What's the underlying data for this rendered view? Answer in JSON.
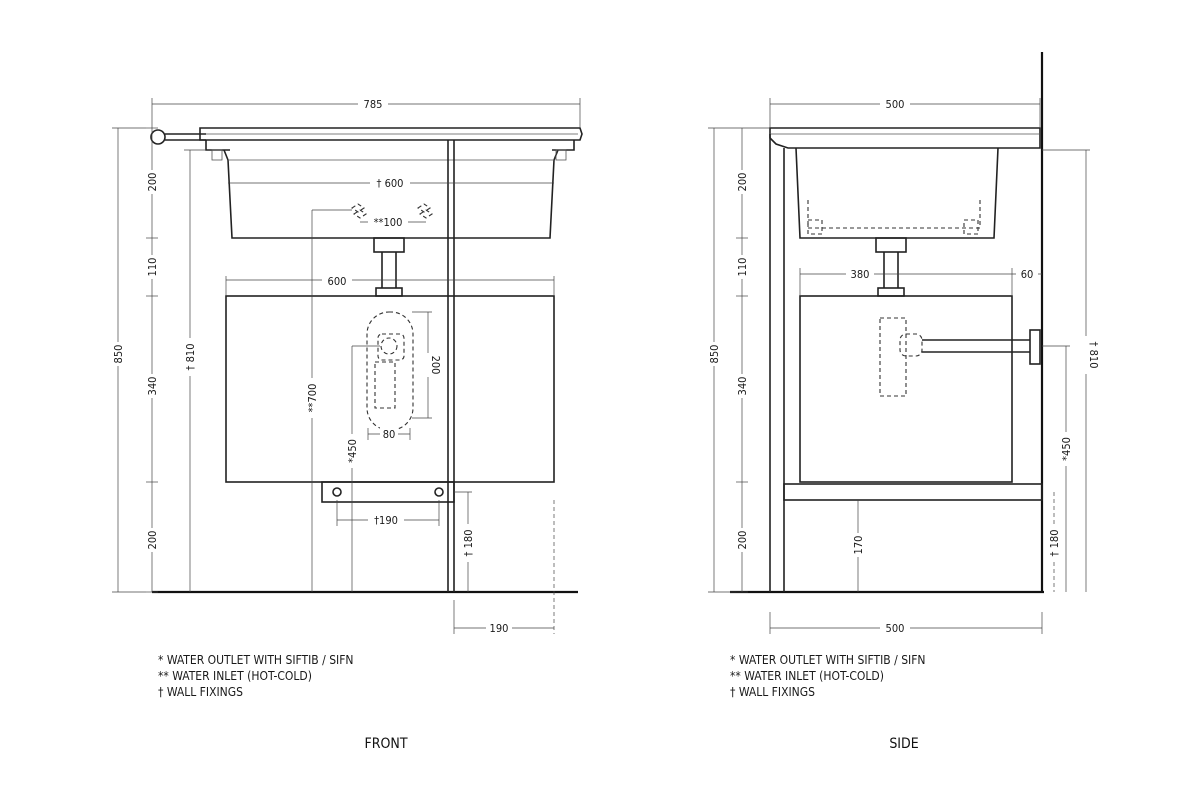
{
  "views": {
    "front": {
      "title": "FRONT",
      "dims": {
        "overall_width": "785",
        "basin_fixings": "† 600",
        "water_inlet": "**100",
        "cabinet_width": "600",
        "outlet_height": "200",
        "outlet_width": "80",
        "fixing_height_810": "† 810",
        "inlet_height_700": "**700",
        "outlet_height_450": "*450",
        "bracket_fixings": "†190",
        "fixing_height_180": "† 180",
        "wall_offset_190": "190",
        "h_200_top": "200",
        "h_110": "110",
        "h_340": "340",
        "h_200_bottom": "200",
        "h_total_850": "850"
      },
      "legend": [
        "*  WATER OUTLET WITH SIFTIB / SIFN",
        "** WATER INLET (HOT-COLD)",
        "  † WALL FIXINGS"
      ]
    },
    "side": {
      "title": "SIDE",
      "dims": {
        "depth_top": "500",
        "outlet_from_front": "380",
        "outlet_from_wall": "60",
        "depth_bottom": "500",
        "fixing_height_810": "† 810",
        "outlet_height_450": "*450",
        "fixing_height_180": "† 180",
        "plinth_170": "170",
        "h_200_top": "200",
        "h_110": "110",
        "h_340": "340",
        "h_200_bottom": "200",
        "h_total_850": "850"
      },
      "legend": [
        "*  WATER OUTLET WITH SIFTIB / SIFN",
        "** WATER INLET (HOT-COLD)",
        "  † WALL FIXINGS"
      ]
    }
  }
}
